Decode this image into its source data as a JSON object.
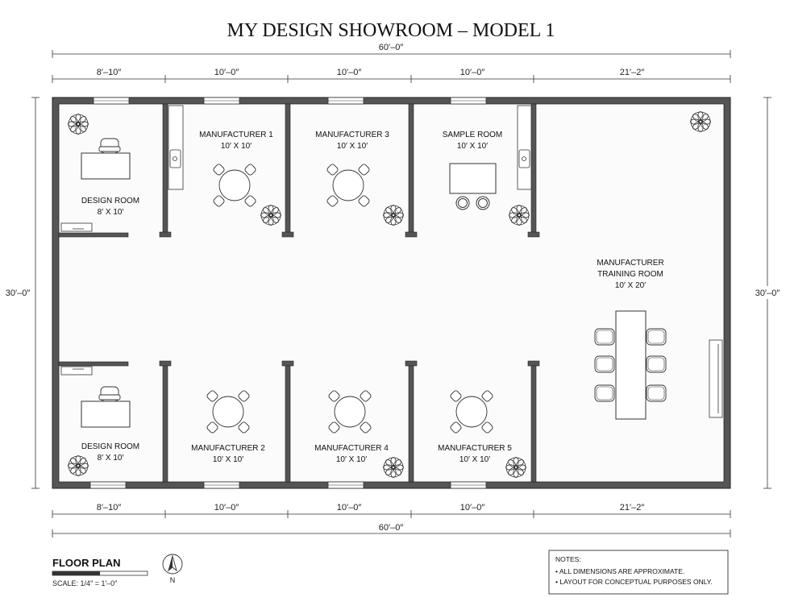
{
  "title": "MY DESIGN SHOWROOM – MODEL 1",
  "overall_width": "60′–0″",
  "overall_height": "30′–0″",
  "segment_dims": [
    "8′–10″",
    "10′–0″",
    "10′–0″",
    "10′–0″",
    "21′–2″"
  ],
  "rooms": {
    "design_room_top": {
      "name": "DESIGN ROOM",
      "size": "8′ X 10′"
    },
    "manufacturer_1": {
      "name": "MANUFACTURER 1",
      "size": "10′ X 10′"
    },
    "manufacturer_3": {
      "name": "MANUFACTURER 3",
      "size": "10′ X 10′"
    },
    "sample_room": {
      "name": "SAMPLE ROOM",
      "size": "10′ X 10′"
    },
    "training_room": {
      "name_line1": "MANUFACTURER",
      "name_line2": "TRAINING ROOM",
      "size": "10′ X 20′"
    },
    "design_room_bottom": {
      "name": "DESIGN ROOM",
      "size": "8′ X 10′"
    },
    "manufacturer_2": {
      "name": "MANUFACTURER 2",
      "size": "10′ X 10′"
    },
    "manufacturer_4": {
      "name": "MANUFACTURER 4",
      "size": "10′ X 10′"
    },
    "manufacturer_5": {
      "name": "MANUFACTURER 5",
      "size": "10′ X 10′"
    }
  },
  "legend": {
    "heading": "FLOOR PLAN",
    "scale": "SCALE:  1/4″ = 1′–0″",
    "north": "N"
  },
  "notes": {
    "heading": "NOTES:",
    "items": [
      "• ALL DIMENSIONS ARE APPROXIMATE.",
      "• LAYOUT FOR CONCEPTUAL PURPOSES ONLY."
    ]
  },
  "icons": [
    "plant-icon",
    "desk-icon",
    "round-table-icon",
    "counter-icon",
    "north-arrow-icon"
  ]
}
